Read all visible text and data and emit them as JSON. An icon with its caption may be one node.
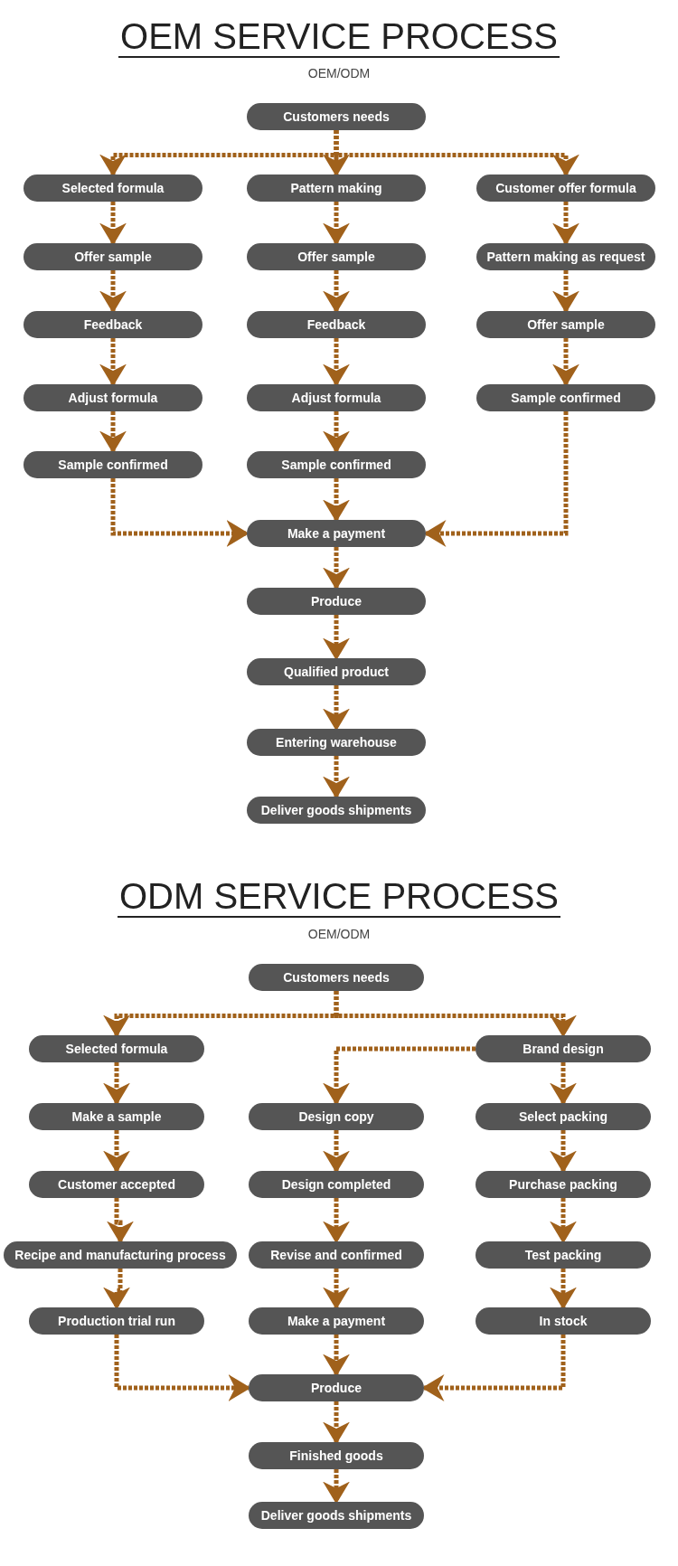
{
  "diagram": {
    "nodes": [
      {
        "text": [
          "Customers needs"
        ]
      },
      {
        "text": [
          "Selected formula"
        ]
      },
      {
        "text": [
          "Pattern making"
        ]
      },
      {
        "text": [
          "Customer offer formula"
        ]
      },
      {
        "text": [
          "Offer sample"
        ]
      },
      {
        "text": [
          "Offer sample"
        ]
      },
      {
        "text": [
          "Pattern making as request"
        ]
      },
      {
        "text": [
          "Feedback"
        ]
      },
      {
        "text": [
          "Feedback"
        ]
      },
      {
        "text": [
          "Offer sample"
        ]
      },
      {
        "text": [
          "Adjust formula"
        ]
      },
      {
        "text": [
          "Adjust formula"
        ]
      },
      {
        "text": [
          "Sample confirmed"
        ]
      },
      {
        "text": [
          "Sample confirmed"
        ]
      },
      {
        "text": [
          "Sample confirmed"
        ]
      },
      {
        "text": [
          "Make a payment"
        ]
      },
      {
        "text": [
          "Produce"
        ]
      },
      {
        "text": [
          "Qualified product"
        ]
      },
      {
        "text": [
          "Entering warehouse"
        ]
      },
      {
        "text": [
          "Deliver goods shipments"
        ]
      },
      {
        "text": [
          "Customers needs"
        ]
      },
      {
        "text": [
          "Selected formula"
        ]
      },
      {
        "text": [
          "Brand design"
        ]
      },
      {
        "text": [
          "Make a sample"
        ]
      },
      {
        "text": [
          "Design copy"
        ]
      },
      {
        "text": [
          "Select packing"
        ]
      },
      {
        "text": [
          "Customer accepted"
        ]
      },
      {
        "text": [
          "Design completed"
        ]
      },
      {
        "text": [
          "Purchase packing"
        ]
      },
      {
        "text": [
          "Recipe and manufacturing process"
        ]
      },
      {
        "text": [
          "Revise and confirmed"
        ]
      },
      {
        "text": [
          "Test packing"
        ]
      },
      {
        "text": [
          "Production trial run"
        ]
      },
      {
        "text": [
          "Make a payment"
        ]
      },
      {
        "text": [
          "In stock"
        ]
      },
      {
        "text": [
          "Produce"
        ]
      },
      {
        "text": [
          "Finished goods"
        ]
      },
      {
        "text": [
          "Deliver goods shipments"
        ]
      }
    ],
    "edges": [
      {
        "from": 0,
        "to": 1,
        "arrow": "to"
      },
      {
        "from": 0,
        "to": 2,
        "arrow": "to"
      },
      {
        "from": 0,
        "to": 3,
        "arrow": "to"
      },
      {
        "from": 1,
        "to": 4,
        "arrow": "to"
      },
      {
        "from": 4,
        "to": 7,
        "arrow": "to"
      },
      {
        "from": 7,
        "to": 10,
        "arrow": "to"
      },
      {
        "from": 10,
        "to": 13,
        "arrow": "to"
      },
      {
        "from": 13,
        "to": 15,
        "arrow": "to"
      },
      {
        "from": 2,
        "to": 5,
        "arrow": "to"
      },
      {
        "from": 5,
        "to": 8,
        "arrow": "to"
      },
      {
        "from": 8,
        "to": 11,
        "arrow": "to"
      },
      {
        "from": 11,
        "to": 14,
        "arrow": "to"
      },
      {
        "from": 14,
        "to": 15,
        "arrow": "to"
      },
      {
        "from": 3,
        "to": 6,
        "arrow": "to"
      },
      {
        "from": 6,
        "to": 9,
        "arrow": "to"
      },
      {
        "from": 9,
        "to": 12,
        "arrow": "to"
      },
      {
        "from": 12,
        "to": 15,
        "arrow": "to"
      },
      {
        "from": 15,
        "to": 16,
        "arrow": "to"
      },
      {
        "from": 16,
        "to": 17,
        "arrow": "to"
      },
      {
        "from": 17,
        "to": 18,
        "arrow": "to"
      },
      {
        "from": 18,
        "to": 19,
        "arrow": "to"
      },
      {
        "from": 20,
        "to": 21,
        "arrow": "to"
      },
      {
        "from": 20,
        "to": 22,
        "arrow": "to"
      },
      {
        "from": 21,
        "to": 23,
        "arrow": "to"
      },
      {
        "from": 23,
        "to": 26,
        "arrow": "to"
      },
      {
        "from": 26,
        "to": 29,
        "arrow": "to"
      },
      {
        "from": 29,
        "to": 32,
        "arrow": "to"
      },
      {
        "from": 32,
        "to": 35,
        "arrow": "to"
      },
      {
        "from": 22,
        "to": 24,
        "arrow": "to"
      },
      {
        "from": 24,
        "to": 27,
        "arrow": "to"
      },
      {
        "from": 27,
        "to": 30,
        "arrow": "to"
      },
      {
        "from": 30,
        "to": 33,
        "arrow": "to"
      },
      {
        "from": 33,
        "to": 35,
        "arrow": "to"
      },
      {
        "from": 22,
        "to": 25,
        "arrow": "to"
      },
      {
        "from": 25,
        "to": 28,
        "arrow": "to"
      },
      {
        "from": 28,
        "to": 31,
        "arrow": "to"
      },
      {
        "from": 31,
        "to": 34,
        "arrow": "to"
      },
      {
        "from": 34,
        "to": 35,
        "arrow": "to"
      },
      {
        "from": 35,
        "to": 36,
        "arrow": "to"
      },
      {
        "from": 36,
        "to": 37,
        "arrow": "to"
      }
    ],
    "labels": [
      "OEM SERVICE PROCESS",
      "OEM/ODM",
      "ODM SERVICE PROCESS",
      "OEM/ODM"
    ]
  }
}
